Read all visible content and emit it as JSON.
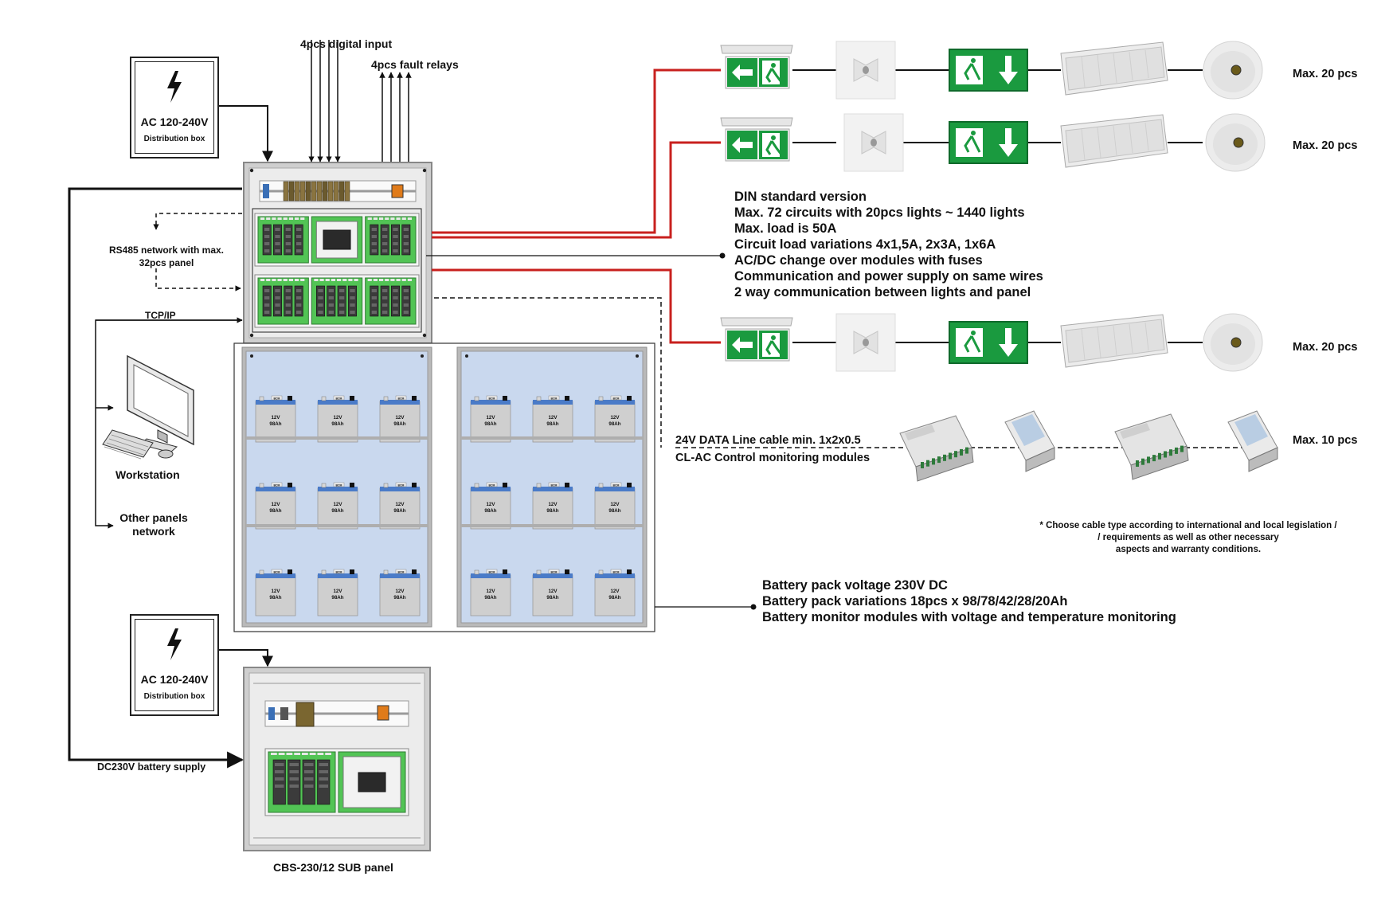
{
  "labels": {
    "digital_input": "4pcs digital input",
    "fault_relays": "4pcs fault relays",
    "rs485": [
      "RS485 network with max.",
      "32pcs panel"
    ],
    "tcpip": "TCP/IP",
    "workstation": "Workstation",
    "other_panels": [
      "Other panels",
      "network"
    ],
    "dc_supply": "DC230V battery supply",
    "sub_panel": "CBS-230/12 SUB panel",
    "data_line": "24V DATA Line cable min. 1x2x0.5",
    "clac": "CL-AC Control monitoring modules"
  },
  "distribution_boxes": [
    {
      "voltage": "AC 120-240V",
      "name": "Distribution box"
    },
    {
      "voltage": "AC 120-240V",
      "name": "Distribution box"
    }
  ],
  "circuits": [
    {
      "max": "Max. 20 pcs"
    },
    {
      "max": "Max. 20 pcs"
    },
    {
      "max": "Max. 20 pcs"
    },
    {
      "max": "Max. 10 pcs"
    }
  ],
  "din_info": [
    "DIN standard version",
    "Max. 72 circuits with 20pcs lights ~ 1440 lights",
    "Max. load is 50A",
    "Circuit load variations 4x1,5A, 2x3A, 1x6A",
    "AC/DC change over modules with fuses",
    "Communication and power supply on same wires",
    "2 way communication between lights and panel"
  ],
  "battery_info": [
    "Battery pack voltage 230V DC",
    "Battery pack variations 18pcs x 98/78/42/28/20Ah",
    "Battery monitor modules with voltage and temperature monitoring"
  ],
  "cable_note": [
    "* Choose cable type according to international and local legislation /",
    "/ requirements as well as other necessary",
    "aspects and warranty conditions."
  ],
  "battery": {
    "brand": "BCM",
    "voltage": "12V",
    "capacity": "98Ah",
    "count": 18
  },
  "colors": {
    "red_wire": "#c8201e",
    "exit_green": "#1a9a3f",
    "battery_bg": "#c9d8ee",
    "module_green": "#52c455"
  }
}
